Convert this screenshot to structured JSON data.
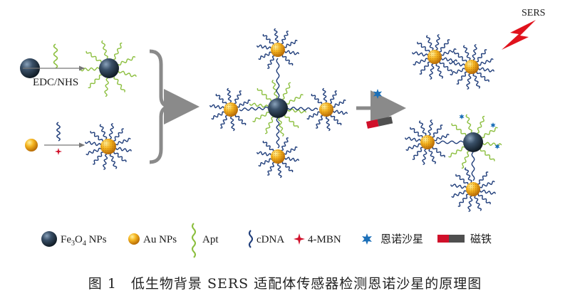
{
  "diagram": {
    "labels": {
      "edc_nhs": "EDC/NHS",
      "sers": "SERS"
    },
    "legend": [
      {
        "key": "fe3o4",
        "label_main": "Fe",
        "sub1": "3",
        "mid": "O",
        "sub2": "4",
        "label_tail": " NPs",
        "icon": "dark-sphere-icon"
      },
      {
        "key": "au",
        "label": "Au NPs",
        "icon": "gold-sphere-icon"
      },
      {
        "key": "apt",
        "label": "Apt",
        "icon": "green-wave-icon"
      },
      {
        "key": "cdna",
        "label": "cDNA",
        "icon": "blue-wave-icon"
      },
      {
        "key": "mbn",
        "label": "4-MBN",
        "icon": "red-star-icon"
      },
      {
        "key": "enro",
        "label": "恩诺沙星",
        "icon": "blue-star-icon"
      },
      {
        "key": "magnet",
        "label": "磁铁",
        "icon": "magnet-icon"
      }
    ],
    "colors": {
      "fe3o4": "#2c3e50",
      "gold": "#f2a81d",
      "aptamer": "#8cbf3f",
      "cdna": "#1f3d7a",
      "mbn": "#d0102a",
      "enro": "#1b6fb8",
      "magnet_red": "#d0102a",
      "magnet_gray": "#555555",
      "sers_bolt": "#e0121c",
      "arrow": "#8a8a8a"
    }
  },
  "caption": "图 1　低生物背景 SERS 适配体传感器检测恩诺沙星的原理图"
}
